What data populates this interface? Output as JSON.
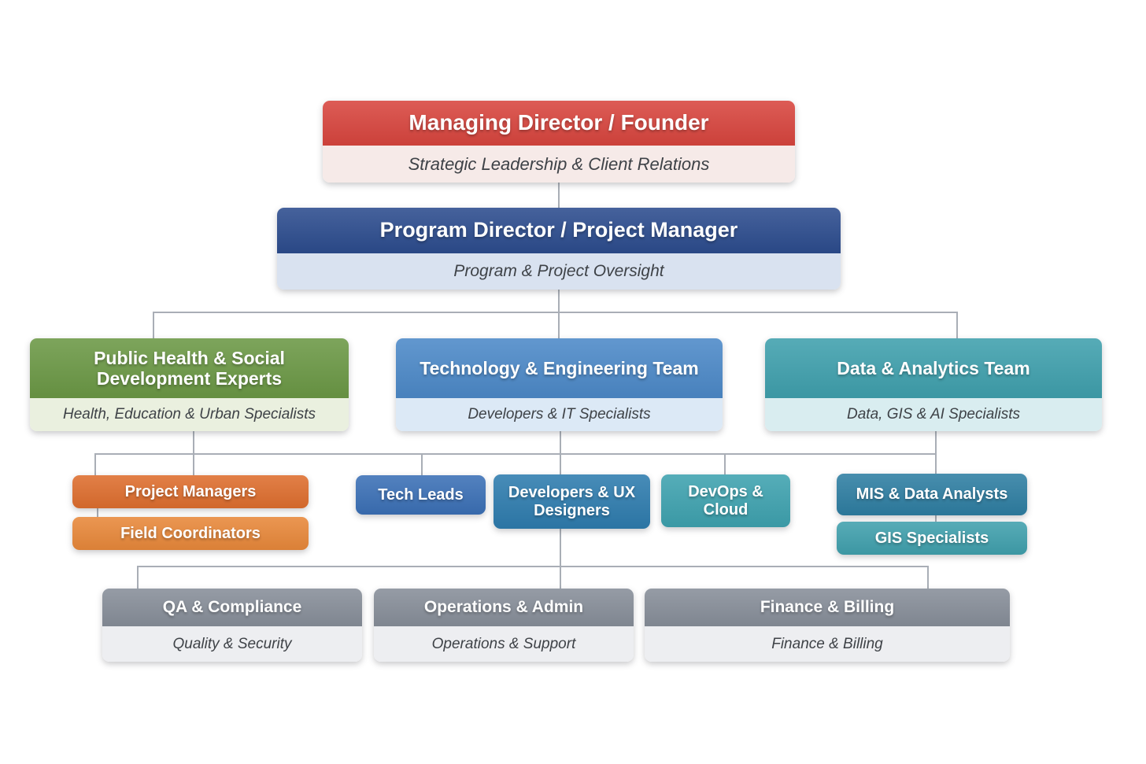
{
  "palette": {
    "connector": "#A9AEB6",
    "red": "#D8453E",
    "dark_blue": "#2C4C8E",
    "green": "#6B9845",
    "tech_blue": "#4C89C8",
    "teal": "#3FA0AD",
    "orange_dark": "#DE6E2E",
    "orange_light": "#E8883A",
    "mid_blue": "#3B70B6",
    "blue_teal": "#2E7CAE",
    "devops_teal": "#3EA2AF",
    "mis_blue": "#2E7EA2",
    "gis_teal": "#40A0AD",
    "gray": "#878E99"
  },
  "nodes": {
    "managing_director": {
      "title": "Managing Director / Founder",
      "subtitle": "Strategic Leadership & Client Relations",
      "header_bg": "#D8453E",
      "subtitle_bg": "#F6EAE8"
    },
    "program_director": {
      "title": "Program Director / Project Manager",
      "subtitle": "Program & Project Oversight",
      "header_bg": "#2C4C8E",
      "subtitle_bg": "#D9E2F0"
    },
    "public_health": {
      "title": "Public Health & Social Development Experts",
      "subtitle": "Health, Education & Urban Specialists",
      "header_bg": "#6B9845",
      "subtitle_bg": "#EAF0DF"
    },
    "technology": {
      "title": "Technology & Engineering Team",
      "subtitle": "Developers & IT Specialists",
      "header_bg": "#4C89C8",
      "subtitle_bg": "#DCE9F6"
    },
    "data_analytics": {
      "title": "Data & Analytics Team",
      "subtitle": "Data, GIS & AI Specialists",
      "header_bg": "#3FA0AD",
      "subtitle_bg": "#D9EDF0"
    },
    "project_managers": {
      "title": "Project Managers",
      "header_bg": "#DE6E2E"
    },
    "field_coordinators": {
      "title": "Field Coordinators",
      "header_bg": "#E8883A"
    },
    "tech_leads": {
      "title": "Tech Leads",
      "header_bg": "#3B70B6"
    },
    "developers_ux": {
      "title": "Developers & UX Designers",
      "header_bg": "#2E7CAE"
    },
    "devops_cloud": {
      "title": "DevOps & Cloud",
      "header_bg": "#3EA2AF"
    },
    "mis_analysts": {
      "title": "MIS & Data Analysts",
      "header_bg": "#2E7EA2"
    },
    "gis_specialists": {
      "title": "GIS Specialists",
      "header_bg": "#40A0AD"
    },
    "qa_compliance": {
      "title": "QA & Compliance",
      "subtitle": "Quality & Security",
      "header_bg": "#878E99",
      "subtitle_bg": "#EDEEF1"
    },
    "operations_admin": {
      "title": "Operations & Admin",
      "subtitle": "Operations & Support",
      "header_bg": "#878E99",
      "subtitle_bg": "#EDEEF1"
    },
    "finance_billing": {
      "title": "Finance & Billing",
      "subtitle": "Finance & Billing",
      "header_bg": "#878E99",
      "subtitle_bg": "#EDEEF1"
    }
  },
  "edges": [
    [
      "managing_director",
      "program_director"
    ],
    [
      "program_director",
      "public_health"
    ],
    [
      "program_director",
      "technology"
    ],
    [
      "program_director",
      "data_analytics"
    ],
    [
      "public_health",
      "project_managers"
    ],
    [
      "project_managers",
      "field_coordinators"
    ],
    [
      "technology",
      "tech_leads"
    ],
    [
      "technology",
      "developers_ux"
    ],
    [
      "technology",
      "devops_cloud"
    ],
    [
      "data_analytics",
      "mis_analysts"
    ],
    [
      "mis_analysts",
      "gis_specialists"
    ],
    [
      "developers_ux",
      "qa_compliance"
    ],
    [
      "developers_ux",
      "operations_admin"
    ],
    [
      "developers_ux",
      "finance_billing"
    ]
  ]
}
